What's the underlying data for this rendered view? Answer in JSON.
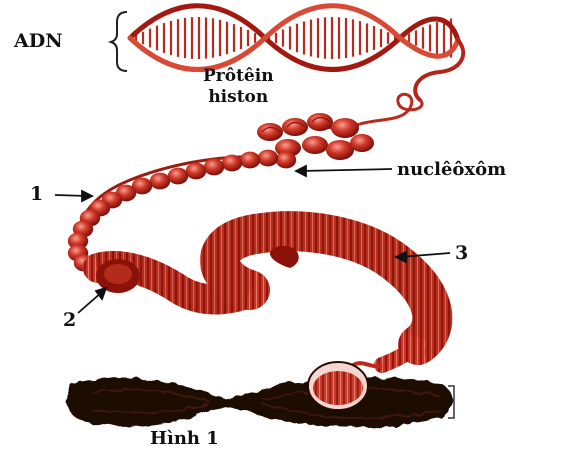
{
  "figure": {
    "caption": "Hình 1",
    "labels": {
      "dna": "ADN",
      "histone_line1": "Prôtêin",
      "histone_line2": "histon",
      "nucleosome": "nuclêôxôm",
      "level_1": "1",
      "level_2": "2",
      "level_3": "3"
    },
    "colors": {
      "strand": "#c0281c",
      "strand_dark": "#7a0f0a",
      "highlight": "#f07a6a",
      "chromosome": "#1a0806",
      "text": "#111111"
    }
  }
}
